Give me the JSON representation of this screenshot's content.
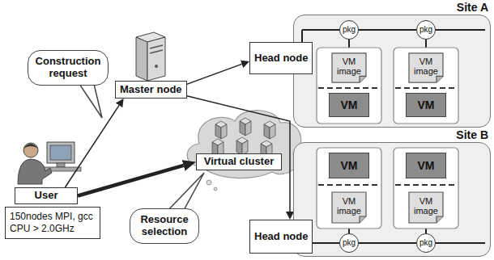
{
  "diagram": {
    "nodes": [
      {
        "text": [
          "Site A"
        ]
      },
      {
        "text": [
          "Head node"
        ]
      },
      {
        "text": [
          "pkg"
        ],
        "in": 0
      },
      {
        "text": [
          "pkg"
        ],
        "in": 0
      },
      {
        "text": [
          "VM image"
        ],
        "in": 0
      },
      {
        "text": [
          "VM"
        ],
        "in": 0
      },
      {
        "text": [
          "VM image"
        ],
        "in": 0
      },
      {
        "text": [
          "VM"
        ],
        "in": 0
      },
      {
        "text": [
          "Site B"
        ]
      },
      {
        "text": [
          "Head node"
        ]
      },
      {
        "text": [
          "VM"
        ],
        "in": 8
      },
      {
        "text": [
          "VM"
        ],
        "in": 8
      },
      {
        "text": [
          "VM image"
        ],
        "in": 8
      },
      {
        "text": [
          "VM image"
        ],
        "in": 8
      },
      {
        "text": [
          "pkg"
        ],
        "in": 8
      },
      {
        "text": [
          "pkg"
        ],
        "in": 8
      },
      {
        "text": [
          "Master node"
        ]
      },
      {
        "text": [
          "Construction request"
        ]
      },
      {
        "text": [
          "User"
        ]
      },
      {
        "text": [
          "150nodes MPI, gcc CPU > 2.0GHz"
        ]
      },
      {
        "text": [
          "Virtual cluster"
        ]
      },
      {
        "text": [
          "Resource selection"
        ]
      }
    ],
    "edges": [
      {
        "from": 18,
        "to": 16,
        "arrow": "to"
      },
      {
        "from": 18,
        "to": 20,
        "arrow": "to"
      },
      {
        "from": 16,
        "to": 1,
        "arrow": "to"
      },
      {
        "from": 16,
        "to": 9,
        "arrow": "to"
      }
    ]
  }
}
